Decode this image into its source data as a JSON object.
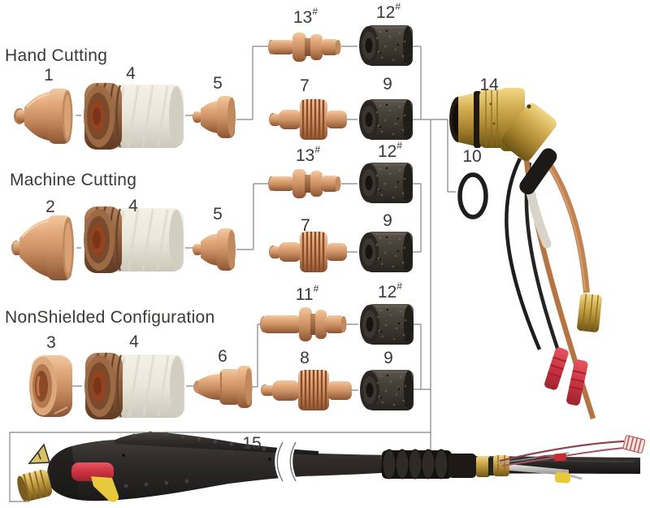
{
  "figure": {
    "type": "exploded-parts-diagram",
    "sections": {
      "hand": "Hand Cutting",
      "machine": "Machine Cutting",
      "nonshielded": "NonShielded Configuration"
    },
    "parts": {
      "p1": "1",
      "p2": "2",
      "p3": "3",
      "p4": "4",
      "p5": "5",
      "p6": "6",
      "p7": "7",
      "p8": "8",
      "p9": "9",
      "p10": "10",
      "p11": "11",
      "p12": "12",
      "p13": "13",
      "p14": "14",
      "p15": "15"
    },
    "consumable_note_mark": "#",
    "colors": {
      "copper": "#cf9166",
      "ceramic_cap": "#eae6d9",
      "thread_brown": "#8f5f3c",
      "swirl_ring_dark": "#46403a",
      "brass": "#c29a44",
      "oring_black": "#1d1d1d",
      "handle_black": "#2a2726",
      "trigger_red": "#cd3540",
      "safety_yellow": "#e8c83c",
      "terminal_red": "#c8303a",
      "leader_line_gray": "#848484",
      "label_text": "#3b3835",
      "background": "#ffffff"
    }
  }
}
